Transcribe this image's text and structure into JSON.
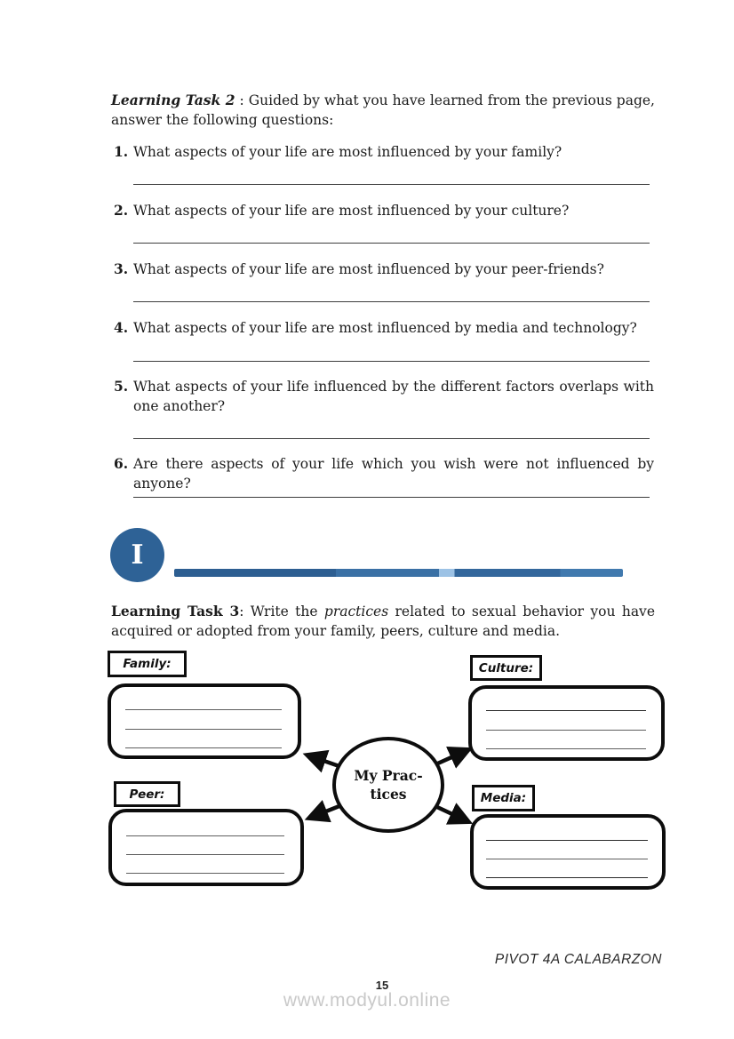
{
  "task2": {
    "title": "Learning Task 2",
    "intro": " : Guided by what you have learned from the previous page, answer the following questions:",
    "questions": [
      {
        "num": "1.",
        "text": "What aspects of your life are most influenced by your family?"
      },
      {
        "num": "2.",
        "text": "What aspects of your life are most influenced by your culture?"
      },
      {
        "num": "3.",
        "text": "What aspects of your life are most influenced by your peer-friends?"
      },
      {
        "num": "4.",
        "text": "What aspects of your life are most influenced by media and technology?"
      },
      {
        "num": "5.",
        "text": "What aspects of your life influenced by the different factors overlaps with one another?"
      },
      {
        "num": "6.",
        "text": "Are there aspects of your life which you wish were not influenced by anyone?"
      }
    ]
  },
  "divider": {
    "badge_letter": "I"
  },
  "task3": {
    "title": "Learning Task 3",
    "intro_pre": ": Write the ",
    "intro_italic": "practices",
    "intro_post": " related to sexual behavior you have acquired or adopted from your family, peers, culture and media."
  },
  "diagram": {
    "family_label": "Family:",
    "culture_label": "Culture:",
    "peer_label": "Peer:",
    "media_label": "Media:",
    "center_line1": "My Prac-",
    "center_line2": "tices"
  },
  "footer": {
    "brand": "PIVOT 4A CALABARZON",
    "page_number": "15",
    "watermark": "www.modyul.online"
  },
  "colors": {
    "accent_blue": "#2e6296",
    "watermark_gray": "#c9c9c9"
  }
}
